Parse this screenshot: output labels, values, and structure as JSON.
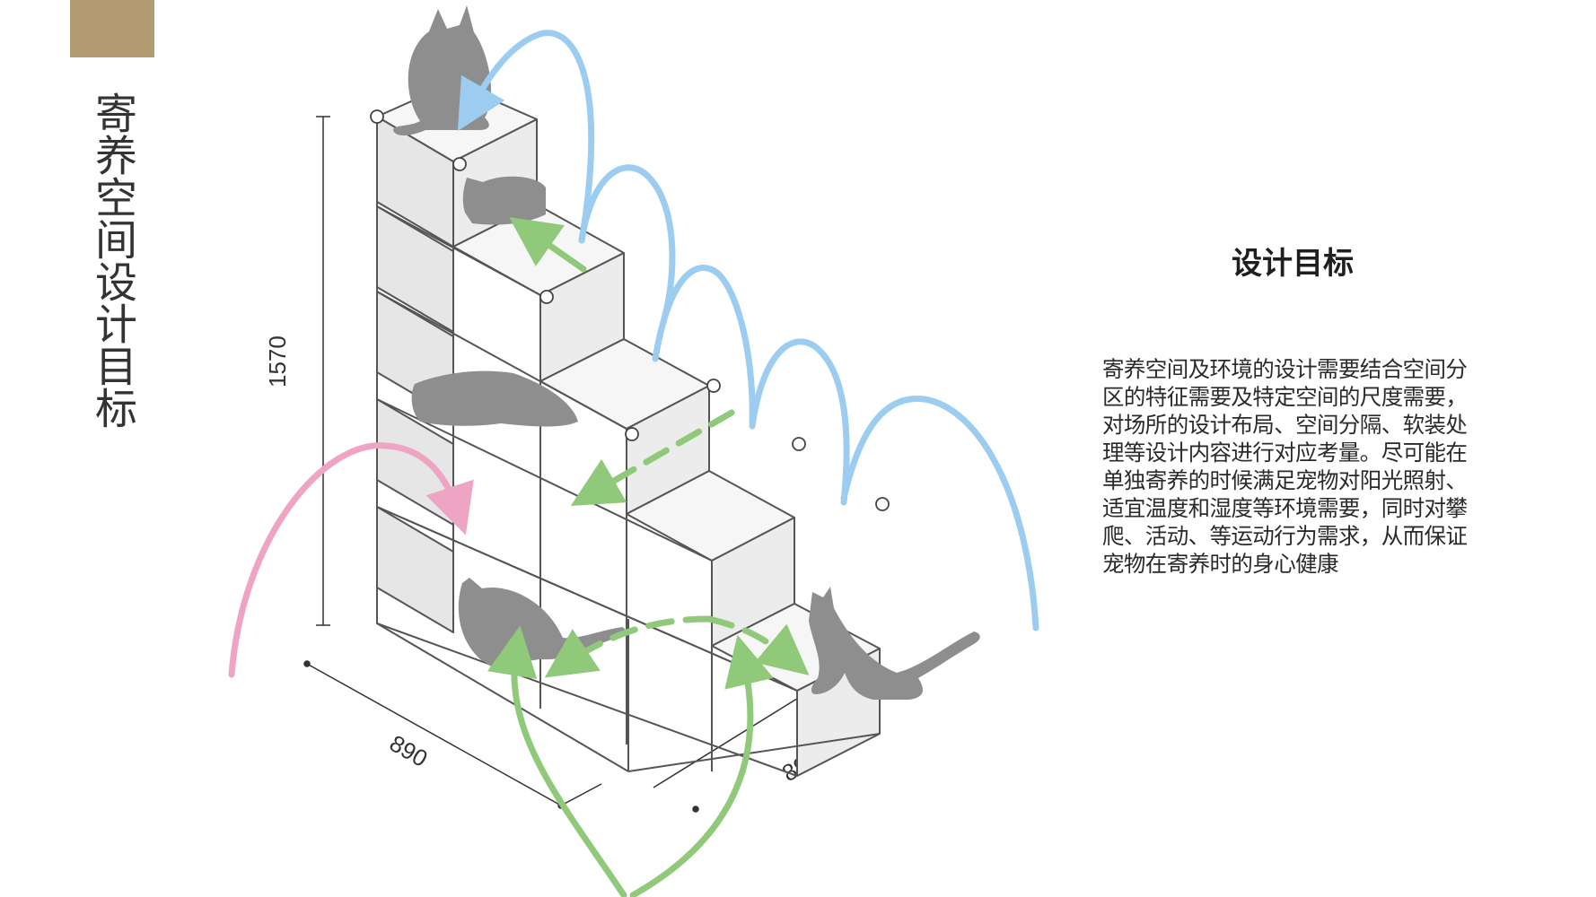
{
  "sidebar": {
    "title": "寄养空间设计目标",
    "accent_color": "#b39b72"
  },
  "dimensions": {
    "height": "1570",
    "depth": "890",
    "width": "890"
  },
  "goal": {
    "heading": "设计目标",
    "body": "寄养空间及环境的设计需要结合空间分区的特征需要及特定空间的尺度需要，对场所的设计布局、空间分隔、软装处理等设计内容进行对应考量。尽可能在单独寄养的时候满足宠物对阳光照射、适宜温度和湿度等环境需要，同时对攀爬、活动、等运动行为需求，从而保证宠物在寄养时的身心健康"
  },
  "colors": {
    "jump_arrow": "#9ccdf0",
    "move_arrow": "#90c97a",
    "entry_arrow": "#f0a4c4",
    "cat": "#8e8e8e",
    "shelf_panel": "#e4e4e4"
  },
  "icons": [
    "cat-silhouette",
    "arrow"
  ]
}
